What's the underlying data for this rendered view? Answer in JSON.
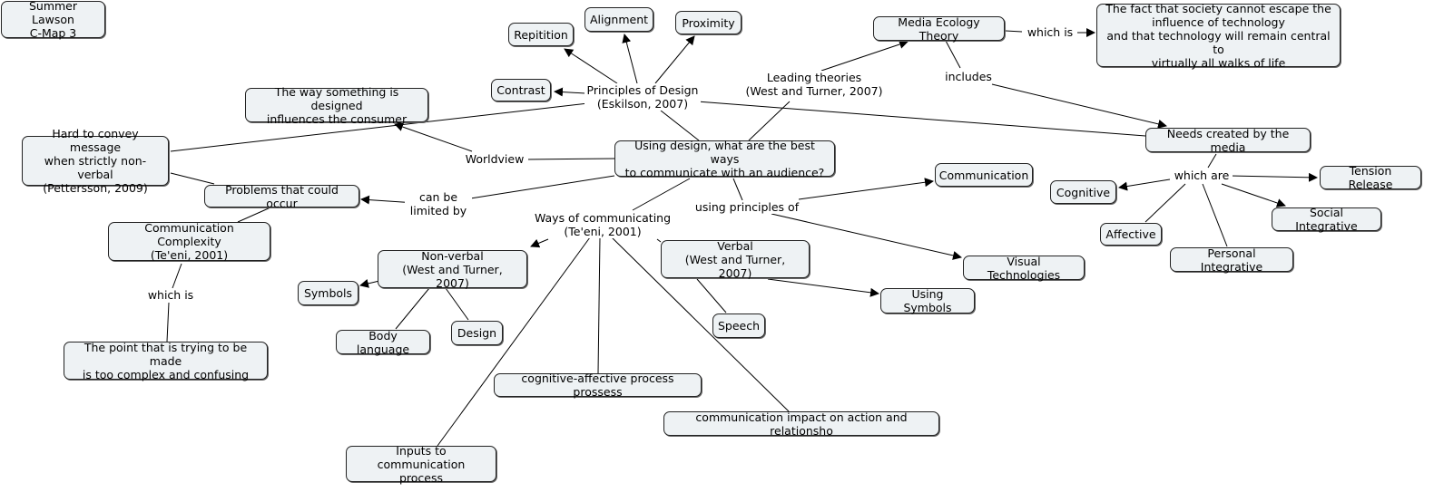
{
  "header": {
    "line1": "Summer Lawson",
    "line2": "C-Map 3"
  },
  "nodes": {
    "central": "Using design, what are the best ways\nto communicate with an audience?",
    "repitition": "Repitition",
    "alignment": "Alignment",
    "proximity": "Proximity",
    "contrast": "Contrast",
    "media_ecology": "Media Ecology Theory",
    "fact": "The fact that society cannot escape the\ninfluence of technology\nand that technology will remain central to\nvirtually all walks of life",
    "way_designed": "The way something is designed\ninfluences the consumer",
    "hard_convey": "Hard to convey message\nwhen strictly non-verbal\n(Pettersson, 2009)",
    "problems": "Problems that could occur",
    "comm_complexity": "Communication Complexity\n(Te'eni, 2001)",
    "point_complex": "The point that is trying to be made\nis too complex and confusing",
    "non_verbal": "Non-verbal\n(West and Turner, 2007)",
    "symbols": "Symbols",
    "body_language": "Body language",
    "design": "Design",
    "verbal": "Verbal\n(West and Turner, 2007)",
    "speech": "Speech",
    "using_symbols": "Using Symbols",
    "communication": "Communication",
    "visual_tech": "Visual Technologies",
    "cog_aff": "cognitive-affective process prossess",
    "comm_impact": "communication impact on action and relationsho",
    "inputs": "Inputs to communication\nprocess",
    "needs": "Needs created by the media",
    "cognitive": "Cognitive",
    "affective": "Affective",
    "personal_int": "Personal Integrative",
    "social_int": "Social Integrative",
    "tension": "Tension Release"
  },
  "links": {
    "principles": "Principles of Design\n(Eskilson, 2007)",
    "leading": "Leading theories\n(West and Turner, 2007)",
    "which_is_1": "which is",
    "includes": "includes",
    "worldview": "Worldview",
    "can_be": "can be\nlimited by",
    "which_is_2": "which is",
    "ways": "Ways of communicating\n(Te'eni, 2001)",
    "using_principles": "using principles of",
    "which_are": "which are"
  }
}
